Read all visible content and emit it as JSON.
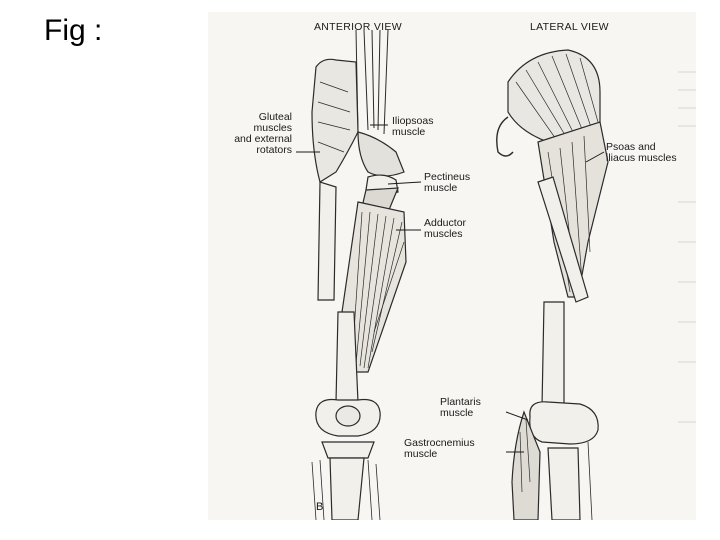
{
  "slide": {
    "title": "Fig :"
  },
  "figure": {
    "anterior_view": "ANTERIOR VIEW",
    "lateral_view": "LATERAL VIEW",
    "figure_letter": "B",
    "labels": {
      "gluteal": "Gluteal\nmuscles\nand external\nrotators",
      "iliopsoas": "Iliopsoas\nmuscle",
      "pectineus": "Pectineus\nmuscle",
      "adductor": "Adductor\nmuscles",
      "psoas_iliacus": "Psoas and\niliacus muscles",
      "plantaris": "Plantaris\nmuscle",
      "gastrocnemius": "Gastrocnemius\nmuscle"
    }
  }
}
